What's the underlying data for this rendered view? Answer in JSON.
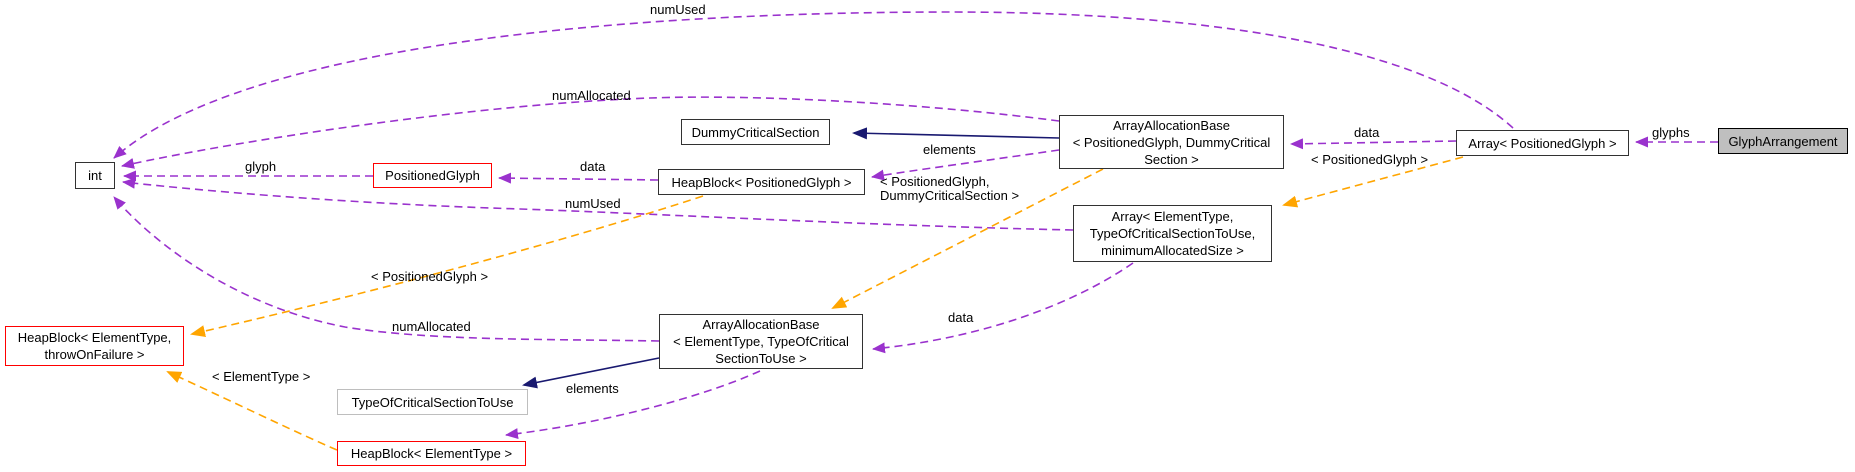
{
  "diagram_type": "collaboration-graph",
  "colors": {
    "usage_edge": "#9a32cd",
    "template_edge": "#ffa500",
    "inheritance_edge": "#191970",
    "node_border": "#323232",
    "truncated_border": "#ff0000",
    "undocumented_border": "#bebebe",
    "main_node_fill": "#bfbfbf",
    "background": "#ffffff"
  },
  "nodes": {
    "int": {
      "lines": [
        "int"
      ]
    },
    "positioned_glyph": {
      "lines": [
        "PositionedGlyph"
      ]
    },
    "dummy_critical_section": {
      "lines": [
        "DummyCriticalSection"
      ]
    },
    "heapblock_positioned_glyph": {
      "lines": [
        "HeapBlock< PositionedGlyph >"
      ]
    },
    "aab_positioned_glyph": {
      "lines": [
        "ArrayAllocationBase",
        "< PositionedGlyph, DummyCritical",
        "Section >"
      ]
    },
    "array_positioned_glyph": {
      "lines": [
        "Array< PositionedGlyph >"
      ]
    },
    "glyph_arrangement": {
      "lines": [
        "GlyphArrangement"
      ]
    },
    "array_element_type": {
      "lines": [
        "Array< ElementType,",
        "TypeOfCriticalSectionToUse,",
        "minimumAllocatedSize >"
      ]
    },
    "heapblock_element_type_throw": {
      "lines": [
        "HeapBlock< ElementType,",
        "throwOnFailure >"
      ]
    },
    "aab_element_type": {
      "lines": [
        "ArrayAllocationBase",
        "< ElementType, TypeOfCritical",
        "SectionToUse >"
      ]
    },
    "type_of_critical_section_to_use": {
      "lines": [
        "TypeOfCriticalSectionToUse"
      ]
    },
    "heapblock_element_type": {
      "lines": [
        "HeapBlock< ElementType >"
      ]
    }
  },
  "edge_labels": {
    "num_used_top": "numUsed",
    "num_allocated_top": "numAllocated",
    "glyph": "glyph",
    "data_mid": "data",
    "elements_top": "elements",
    "tmpl_aab_line1": "< PositionedGlyph,",
    "tmpl_aab_line2": "DummyCriticalSection >",
    "data_right": "data",
    "tmpl_array": "< PositionedGlyph >",
    "glyphs": "glyphs",
    "num_used_mid": "numUsed",
    "tmpl_heapblock_pg": "< PositionedGlyph >",
    "num_allocated_bottom": "numAllocated",
    "tmpl_heapblock_et": "< ElementType >",
    "elements_bottom": "elements",
    "data_bottom": "data"
  }
}
